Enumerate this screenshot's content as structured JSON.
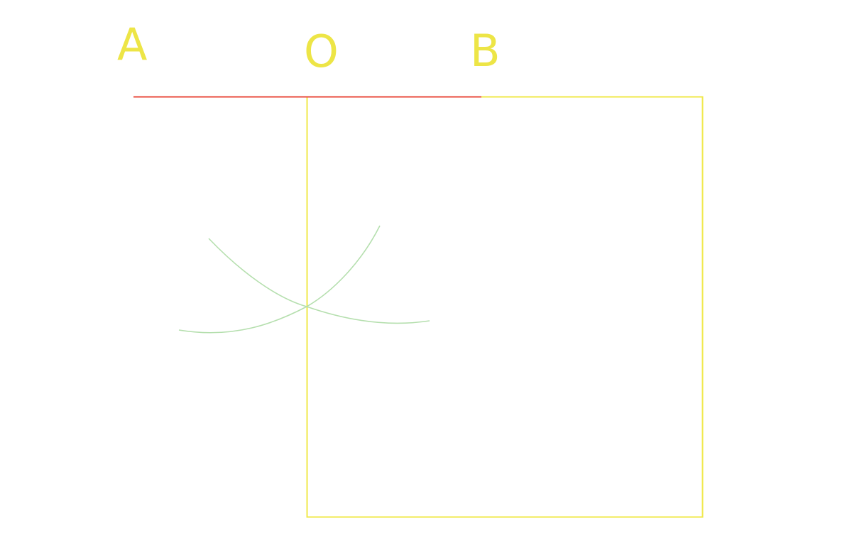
{
  "labels": {
    "a": "A",
    "o": "O",
    "b": "B"
  },
  "colors": {
    "background": "#ffffff",
    "segment": "#ea4b3e",
    "square": "#f0e84a",
    "labels": "#ede546",
    "arcs": "#b5dfae"
  }
}
